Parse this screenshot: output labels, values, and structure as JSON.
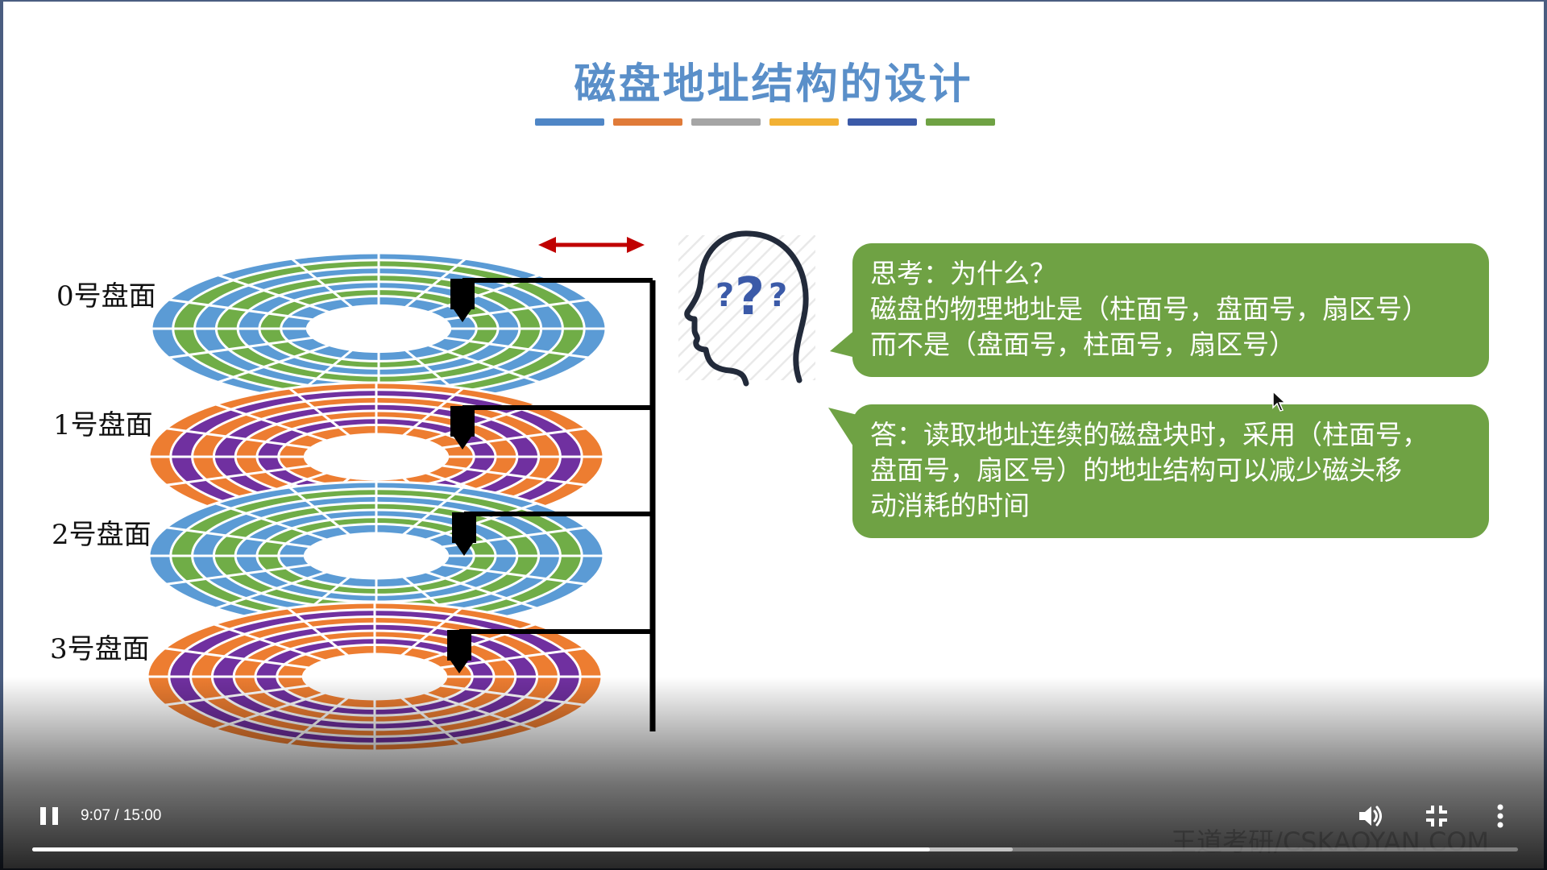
{
  "slide": {
    "title": "磁盘地址结构的设计",
    "deco_colors": [
      "#4f86c6",
      "#e07b39",
      "#a5a5a5",
      "#f2b134",
      "#3b5aa8",
      "#6fa244"
    ],
    "platters": [
      {
        "label": "0号盘面",
        "colors": [
          "#5b9bd5",
          "#70ad47"
        ]
      },
      {
        "label": "1号盘面",
        "colors": [
          "#ed7d31",
          "#7030a0"
        ]
      },
      {
        "label": "2号盘面",
        "colors": [
          "#5b9bd5",
          "#70ad47"
        ]
      },
      {
        "label": "3号盘面",
        "colors": [
          "#ed7d31",
          "#7030a0"
        ]
      }
    ],
    "arrow_color": "#c00000",
    "thinking_icon": "head-question-icon",
    "question_lines": [
      "思考：为什么？",
      "磁盘的物理地址是（柱面号，盘面号，扇区号）",
      "而不是（盘面号，柱面号，扇区号）"
    ],
    "answer_lines": [
      "答：读取地址连续的磁盘块时，采用（柱面号，",
      "盘面号，扇区号）的地址结构可以减少磁头移",
      "动消耗的时间"
    ],
    "bubble_color": "#6fa244"
  },
  "watermark": "王道考研/CSKAOYAN.COM",
  "player": {
    "time_display": "9:07 / 15:00",
    "progress_fraction": 0.604,
    "buffered_fraction": 0.66,
    "icons": [
      "pause-icon",
      "volume-icon",
      "exit-fullscreen-icon",
      "more-vert-icon"
    ]
  }
}
